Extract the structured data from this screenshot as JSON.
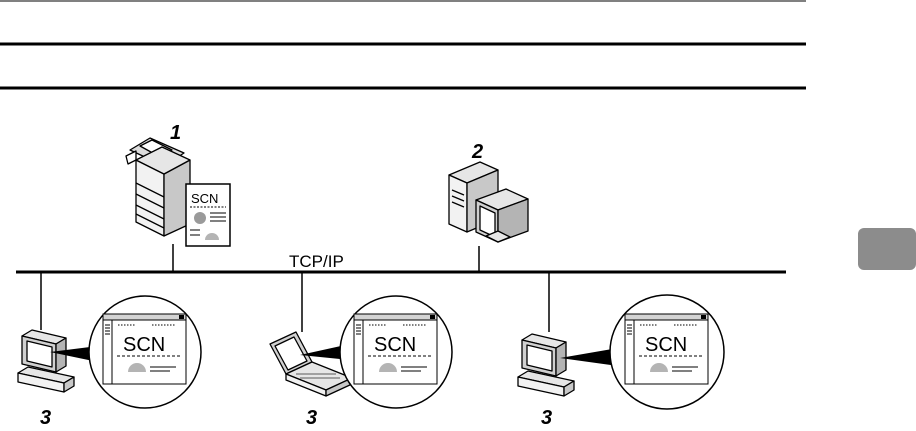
{
  "diagram": {
    "network_label": "TCP/IP",
    "document_label": "SCN",
    "nodes": [
      {
        "id": "scanner",
        "number": "1"
      },
      {
        "id": "server",
        "number": "2"
      },
      {
        "id": "client-desktop-left",
        "number": "3"
      },
      {
        "id": "client-laptop",
        "number": "3"
      },
      {
        "id": "client-desktop-right",
        "number": "3"
      }
    ]
  },
  "colors": {
    "ink": "#000000",
    "tab": "#8c8c8c",
    "gray": "#9a9a9a",
    "light_gray": "#d4d4d4"
  }
}
